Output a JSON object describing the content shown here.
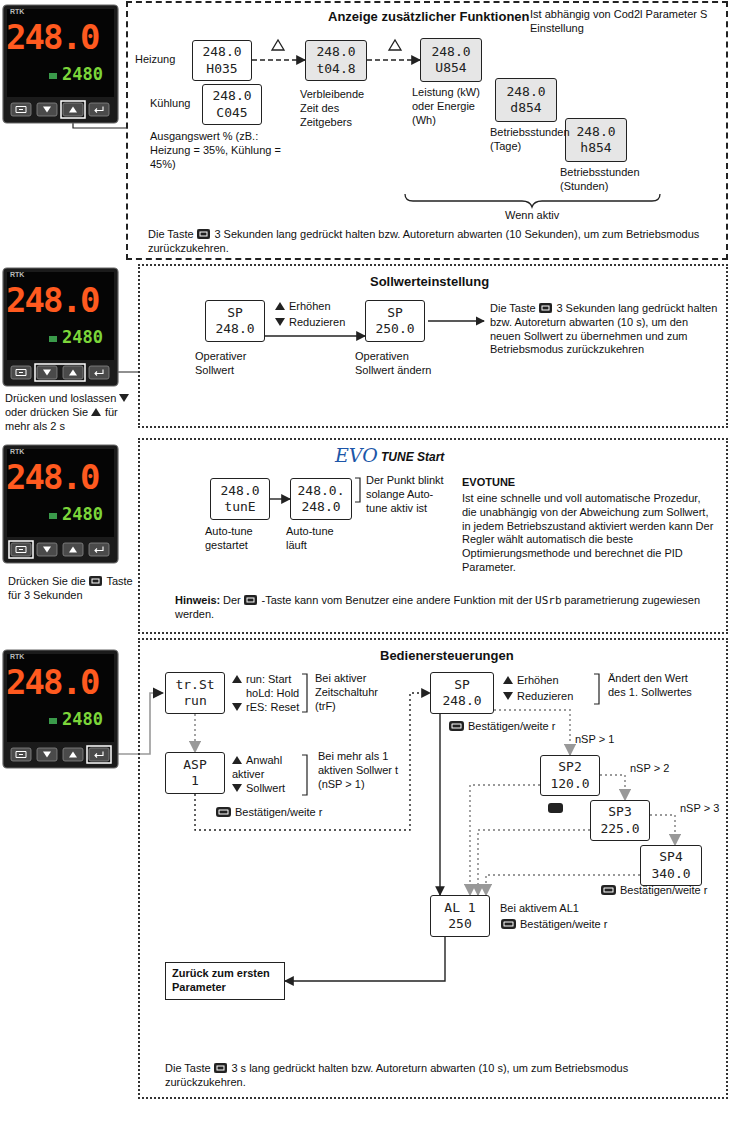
{
  "diagram": {
    "nodes": [
      {
        "text": [
          "Anzeige zusätzlicher Funktionen"
        ]
      },
      {
        "text": [
          "248.0",
          "H035"
        ],
        "in": 0
      },
      {
        "text": [
          "248.0",
          "C045"
        ],
        "in": 0
      },
      {
        "text": [
          "248.0",
          "t04.8"
        ],
        "in": 0
      },
      {
        "text": [
          "248.0",
          "U854"
        ],
        "in": 0
      },
      {
        "text": [
          "248.0",
          "d854"
        ],
        "in": 0
      },
      {
        "text": [
          "248.0",
          "h854"
        ],
        "in": 0
      },
      {
        "text": [
          "Sollwerteinstellung"
        ]
      },
      {
        "text": [
          "SP",
          "248.0"
        ],
        "in": 7
      },
      {
        "text": [
          "SP",
          "250.0"
        ],
        "in": 7
      },
      {
        "text": [
          "EVO",
          "TUNE Start"
        ]
      },
      {
        "text": [
          "248.0",
          "tunE"
        ],
        "in": 10
      },
      {
        "text": [
          "248.0.",
          "248.0"
        ],
        "in": 10
      },
      {
        "text": [
          "Bedienersteuerungen"
        ]
      },
      {
        "text": [
          "tr.St",
          "run"
        ],
        "in": 13
      },
      {
        "text": [
          "ASP",
          "1"
        ],
        "in": 13
      },
      {
        "text": [
          "SP",
          "248.0"
        ],
        "in": 13
      },
      {
        "text": [
          "SP2",
          "120.0"
        ],
        "in": 13
      },
      {
        "text": [
          "SP3",
          "225.0"
        ],
        "in": 13
      },
      {
        "text": [
          "SP4",
          "340.0"
        ],
        "in": 13
      },
      {
        "text": [
          "AL 1",
          "250"
        ],
        "in": 13
      },
      {
        "text": [
          "Zurück zum ersten Parameter"
        ],
        "in": 13
      }
    ],
    "edges": [
      {
        "from": 1,
        "to": 3,
        "arrow": "to"
      },
      {
        "from": 3,
        "to": 4,
        "arrow": "to"
      },
      {
        "from": 8,
        "to": 9,
        "arrow": "to"
      },
      {
        "from": 11,
        "to": 12,
        "arrow": "to"
      },
      {
        "from": 14,
        "to": 15,
        "arrow": "to"
      },
      {
        "from": 15,
        "to": 16,
        "arrow": "to"
      },
      {
        "from": 16,
        "to": 17,
        "arrow": "to"
      },
      {
        "from": 17,
        "to": 18,
        "arrow": "to"
      },
      {
        "from": 18,
        "to": 19,
        "arrow": "to"
      },
      {
        "from": 16,
        "to": 20,
        "arrow": "to"
      },
      {
        "from": 17,
        "to": 20,
        "arrow": "to"
      },
      {
        "from": 18,
        "to": 20,
        "arrow": "to"
      },
      {
        "from": 19,
        "to": 20,
        "arrow": "to"
      },
      {
        "from": 20,
        "to": 21,
        "arrow": "to"
      }
    ],
    "labels": [
      "RTK",
      "248.0",
      "2480",
      "Ist abhängig von Cod2l Parameter S Einstellung",
      "Heizung",
      "Kühlung",
      "Ausgangswert % (zB.: Heizung = 35%, Kühlung = 45%)",
      "Verbleibende Zeit des Zeitgebers",
      "Leistung (kW) oder Energie (Wh)",
      "Betriebsstunden (Tage)",
      "Betriebsstunden (Stunden)",
      "Wenn aktiv",
      "Die Taste",
      "3 Sekunden lang gedrückt halten bzw. Autoreturn abwarten (10 Sekunden), um zum Betriebsmodus zurückzukehren.",
      "RTK",
      "248.0",
      "2480",
      "Erhöhen",
      "Reduzieren",
      "Operativer Sollwert",
      "Operativen Sollwert ändern",
      "Die Taste",
      "3 Sekunden lang gedrückt halten bzw. Autoreturn abwarten (10 s), um den neuen Sollwert zu übernehmen und zum Betriebsmodus zurückzukehren",
      "Drücken und loslassen",
      "oder drücken Sie",
      "für mehr als 2 s",
      "RTK",
      "248.0",
      "2480",
      "Auto-tune gestartet",
      "Auto-tune läuft",
      "Der Punkt blinkt solange Auto-tune aktiv ist",
      "EVOTUNE",
      "Ist eine schnelle und voll automatische Prozedur, die unabhängig von der Abweichung zum Sollwert, in jedem Betriebszustand aktiviert werden kann Der Regler wählt automatisch die beste Optimierungsmethode und berechnet die PID Parameter.",
      "Hinweis:",
      "Der",
      "-Taste kann vom Benutzer eine andere Funktion mit der",
      "USrb",
      "parametrierung zugewiesen werden.",
      "Drücken Sie die",
      "Taste für 3 Sekunden",
      "RTK",
      "248.0",
      "2480",
      "run: Start",
      "hoLd: Hold",
      "rES: Reset",
      "Bei aktiver Zeitschaltuhr (trF)",
      "Anwahl aktiver",
      "Sollwert",
      "Bei mehr als 1 aktiven Sollwer t (nSP > 1)",
      "Bestätigen/weite r",
      "Erhöhen",
      "Reduzieren",
      "Ändert den Wert des 1. Sollwertes",
      "Bestätigen/weite r",
      "nSP > 1",
      "nSP > 2",
      "nSP > 3",
      "Bestätigen/weite r",
      "Bei aktivem AL1",
      "Bestätigen/weite r",
      "Die Taste",
      "3 s lang gedrückt halten bzw. Autoreturn abwarten (10 s), um zum Betriebsmodus zurückzukehren."
    ]
  }
}
